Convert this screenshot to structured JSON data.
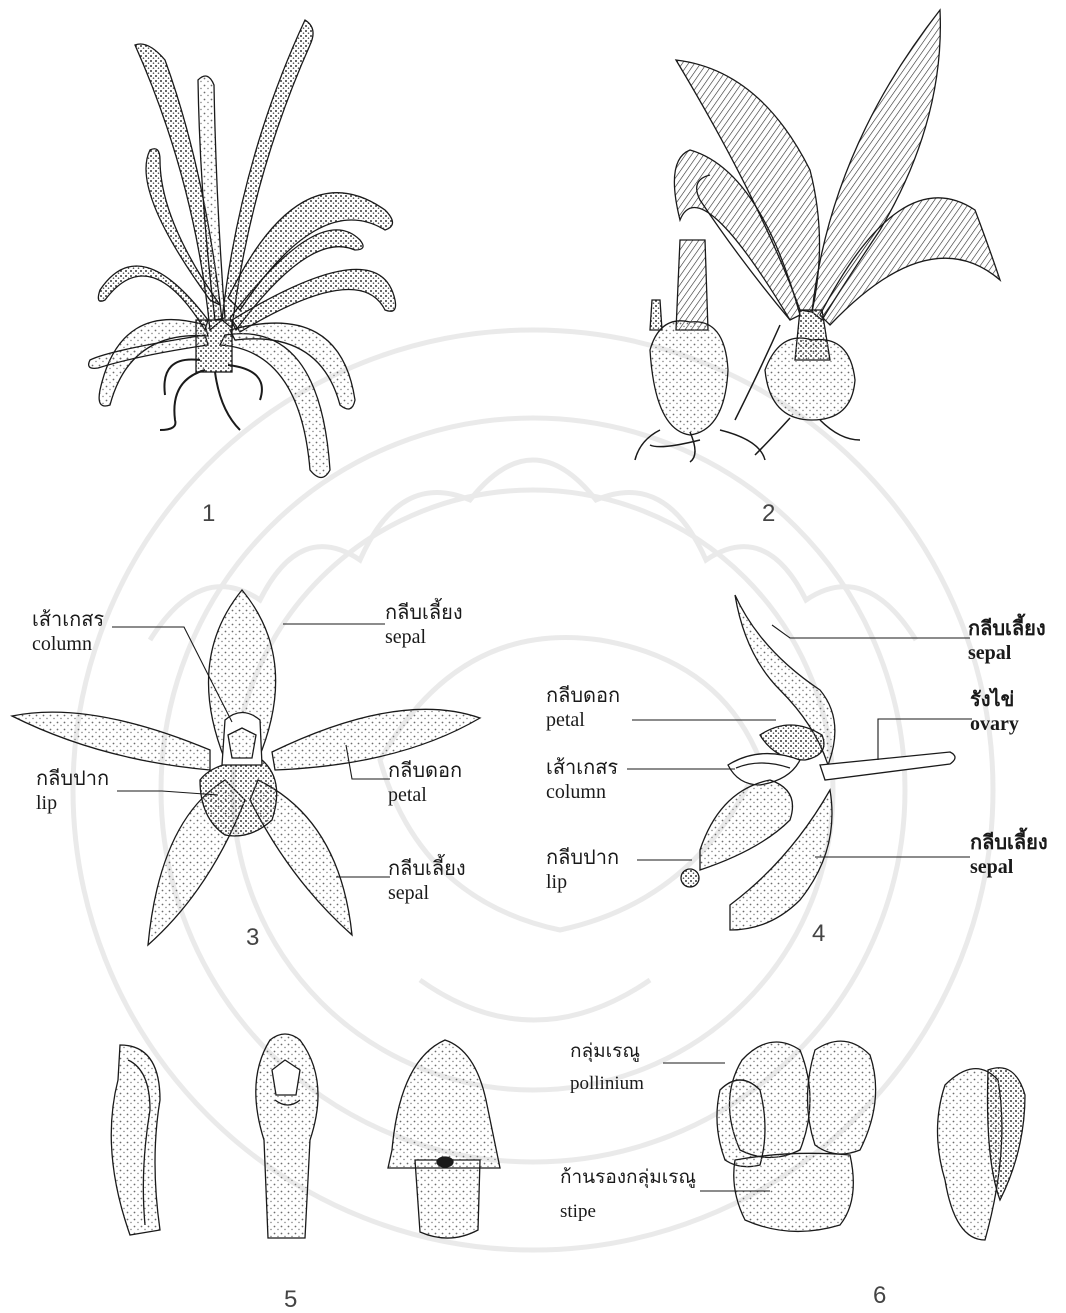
{
  "colors": {
    "ink": "#1a1a1a",
    "stipple": "#6d6d6d",
    "watermark": "#d6d6d6"
  },
  "figures": {
    "fig1": {
      "number": "1"
    },
    "fig2": {
      "number": "2"
    },
    "fig3": {
      "number": "3",
      "labels": {
        "column": {
          "th": "เส้าเกสร",
          "en": "column"
        },
        "sepal_top": {
          "th": "กลีบเลี้ยง",
          "en": "sepal"
        },
        "lip": {
          "th": "กลีบปาก",
          "en": "lip"
        },
        "petal": {
          "th": "กลีบดอก",
          "en": "petal"
        },
        "sepal_bottom": {
          "th": "กลีบเลี้ยง",
          "en": "sepal"
        }
      }
    },
    "fig4": {
      "number": "4",
      "labels": {
        "sepal_top": {
          "th": "กลีบเลี้ยง",
          "en": "sepal"
        },
        "ovary": {
          "th": "รังไข่",
          "en": "ovary"
        },
        "petal": {
          "th": "กลีบดอก",
          "en": "petal"
        },
        "column": {
          "th": "เส้าเกสร",
          "en": "column"
        },
        "lip": {
          "th": "กลีบปาก",
          "en": "lip"
        },
        "sepal_bottom": {
          "th": "กลีบเลี้ยง",
          "en": "sepal"
        }
      }
    },
    "fig5": {
      "number": "5"
    },
    "fig6": {
      "number": "6",
      "labels": {
        "pollinium": {
          "th": "กลุ่มเรณู",
          "en": "pollinium"
        },
        "stipe": {
          "th": "ก้านรองกลุ่มเรณู",
          "en": "stipe"
        }
      }
    }
  }
}
